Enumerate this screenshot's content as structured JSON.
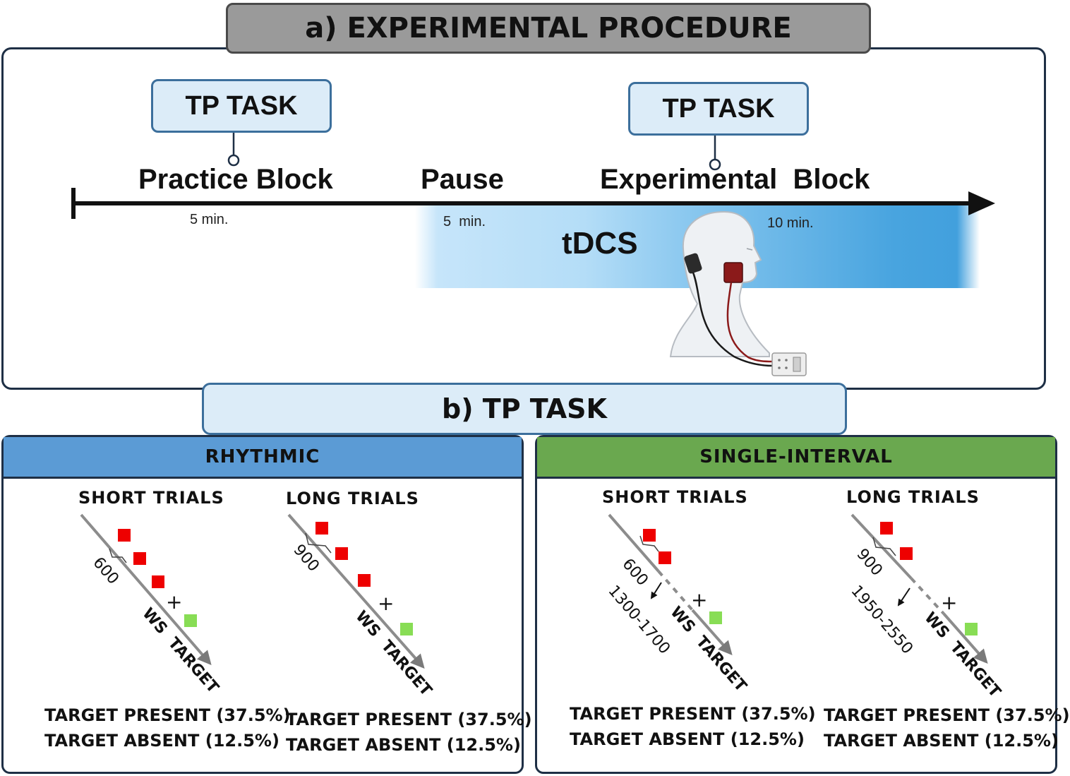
{
  "section_a": {
    "title": "a) EXPERIMENTAL PROCEDURE",
    "tp_task_label_1": "TP TASK",
    "tp_task_label_2": "TP TASK",
    "phases": {
      "practice": "Practice Block",
      "pause": "Pause",
      "experimental": "Experimental  Block"
    },
    "durations": {
      "practice": "5 min.",
      "pause": "5  min.",
      "experimental": "10 min."
    },
    "stimulation_label": "tDCS"
  },
  "section_b": {
    "title": "b) TP TASK",
    "rhythmic": {
      "header": "RHYTHMIC",
      "short": {
        "title": "SHORT TRIALS",
        "interval": "600",
        "target_present": "TARGET PRESENT (37.5%)",
        "target_absent": "TARGET ABSENT (12.5%)"
      },
      "long": {
        "title": "LONG TRIALS",
        "interval": "900",
        "target_present": "TARGET PRESENT (37.5%)",
        "target_absent": "TARGET ABSENT (12.5%)"
      }
    },
    "single_interval": {
      "header": "SINGLE-INTERVAL",
      "short": {
        "title": "SHORT TRIALS",
        "interval": "600",
        "range": "1300-1700",
        "target_present": "TARGET PRESENT (37.5%)",
        "target_absent": "TARGET ABSENT (12.5%)"
      },
      "long": {
        "title": "LONG TRIALS",
        "interval": "900",
        "range": "1950-2550",
        "target_present": "TARGET PRESENT (37.5%)",
        "target_absent": "TARGET ABSENT (12.5%)"
      }
    },
    "axis_label": "WS  TARGET",
    "fixation": "+"
  },
  "colors": {
    "rhythmic_header": "#5b9bd5",
    "single_interval_header": "#6aa84f",
    "warning_stimulus": "#ee0000",
    "target_stimulus": "#88dd55",
    "tp_box_fill": "#dcecf8",
    "electrode": "#8b1a1a"
  }
}
